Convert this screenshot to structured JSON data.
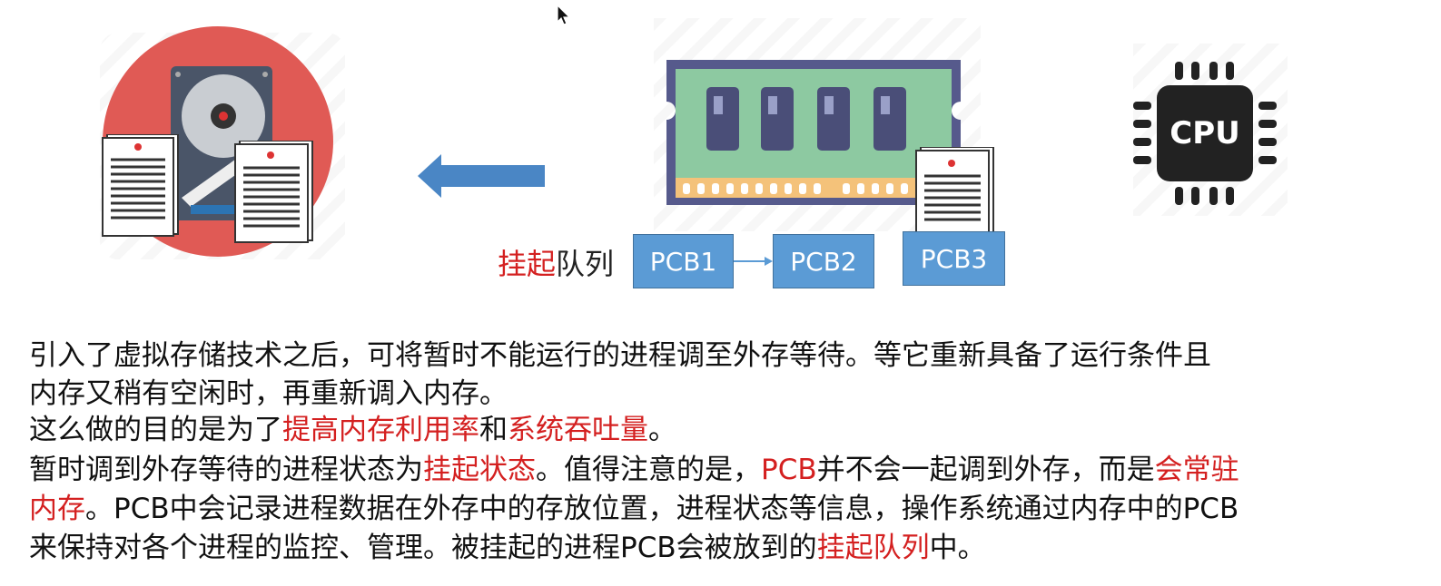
{
  "diagram": {
    "queue_label_red": "挂起",
    "queue_label_rest": "队列",
    "pcbs": [
      "PCB1",
      "PCB2",
      "PCB3"
    ],
    "cpu_label": "CPU",
    "icons": [
      "mouse-cursor-icon",
      "hard-disk-icon",
      "document-icon",
      "memory-ram-icon",
      "arrow-left-icon",
      "cpu-chip-icon"
    ]
  },
  "text": {
    "line1": "引入了虚拟存储技术之后，可将暂时不能运行的进程调至外存等待。等它重新具备了运行条件且",
    "line2": "内存又稍有空闲时，再重新调入内存。",
    "line3_a": "这么做的目的是为了",
    "line3_b": "提高内存利用率",
    "line3_c": "和",
    "line3_d": "系统吞吐量",
    "line3_e": "。",
    "line4_a": "暂时调到外存等待的进程状态为",
    "line4_b": "挂起状态",
    "line4_c": "。值得注意的是，",
    "line4_d": "PCB",
    "line4_e": "并不会一起调到外存，而是",
    "line4_f": "会常驻",
    "line5_a": "内存",
    "line5_b": "。PCB中会记录进程数据在外存中的存放位置，进程状态等信息，操作系统通过内存中的PCB",
    "line6_a": "来保持对各个进程的监控、管理。被挂起的进程PCB会被放到的",
    "line6_b": "挂起队列",
    "line6_c": "中。"
  },
  "colors": {
    "highlight": "#d42020",
    "pcb_fill": "#5b9bd5",
    "arrow": "#4a86c5",
    "disk_circle": "#e05a55"
  }
}
